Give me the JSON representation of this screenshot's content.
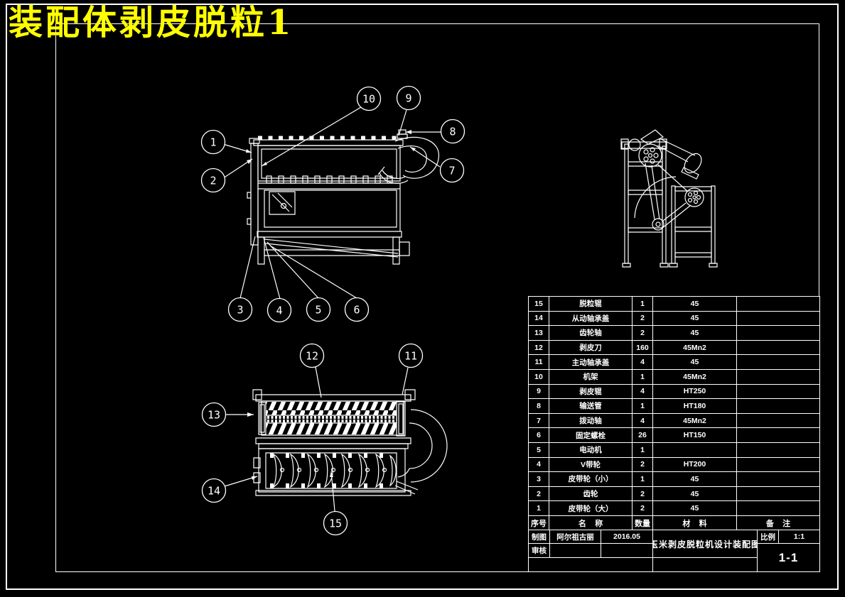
{
  "page": {
    "title": "装配体剥皮脱粒1"
  },
  "colors": {
    "background": "#000000",
    "line": "#FFFFFF",
    "title_text": "#FFFF00"
  },
  "balloons": {
    "1": "1",
    "2": "2",
    "3": "3",
    "4": "4",
    "5": "5",
    "6": "6",
    "7": "7",
    "8": "8",
    "9": "9",
    "10": "10",
    "11": "11",
    "12": "12",
    "13": "13",
    "14": "14",
    "15": "15"
  },
  "parts_table": {
    "headers": {
      "no": "序号",
      "name": "名    称",
      "qty": "数量",
      "material": "材    料",
      "remark": "备    注"
    },
    "rows": [
      {
        "no": "15",
        "name": "脱粒辊",
        "qty": "1",
        "material": "45",
        "remark": ""
      },
      {
        "no": "14",
        "name": "从动轴承盖",
        "qty": "2",
        "material": "45",
        "remark": ""
      },
      {
        "no": "13",
        "name": "齿轮轴",
        "qty": "2",
        "material": "45",
        "remark": ""
      },
      {
        "no": "12",
        "name": "剥皮刀",
        "qty": "160",
        "material": "45Mn2",
        "remark": ""
      },
      {
        "no": "11",
        "name": "主动轴承盖",
        "qty": "4",
        "material": "45",
        "remark": ""
      },
      {
        "no": "10",
        "name": "机架",
        "qty": "1",
        "material": "45Mn2",
        "remark": ""
      },
      {
        "no": "9",
        "name": "剥皮辊",
        "qty": "4",
        "material": "HT250",
        "remark": ""
      },
      {
        "no": "8",
        "name": "输送管",
        "qty": "1",
        "material": "HT180",
        "remark": ""
      },
      {
        "no": "7",
        "name": "拨动轴",
        "qty": "4",
        "material": "45Mn2",
        "remark": ""
      },
      {
        "no": "6",
        "name": "固定螺栓",
        "qty": "26",
        "material": "HT150",
        "remark": ""
      },
      {
        "no": "5",
        "name": "电动机",
        "qty": "1",
        "material": "",
        "remark": ""
      },
      {
        "no": "4",
        "name": "V带轮",
        "qty": "2",
        "material": "HT200",
        "remark": ""
      },
      {
        "no": "3",
        "name": "皮带轮（小）",
        "qty": "1",
        "material": "45",
        "remark": ""
      },
      {
        "no": "2",
        "name": "齿轮",
        "qty": "2",
        "material": "45",
        "remark": ""
      },
      {
        "no": "1",
        "name": "皮带轮（大）",
        "qty": "2",
        "material": "45",
        "remark": ""
      }
    ]
  },
  "title_block": {
    "drawn_label": "制图",
    "drawn_by": "阿尔祖古丽",
    "date": "2016.05",
    "checked_label": "审核",
    "checked_by": "",
    "drawing_name": "玉米剥皮脱粒机设计装配图",
    "scale_label": "比例",
    "scale_value": "1:1",
    "sheet_number": "1-1"
  }
}
